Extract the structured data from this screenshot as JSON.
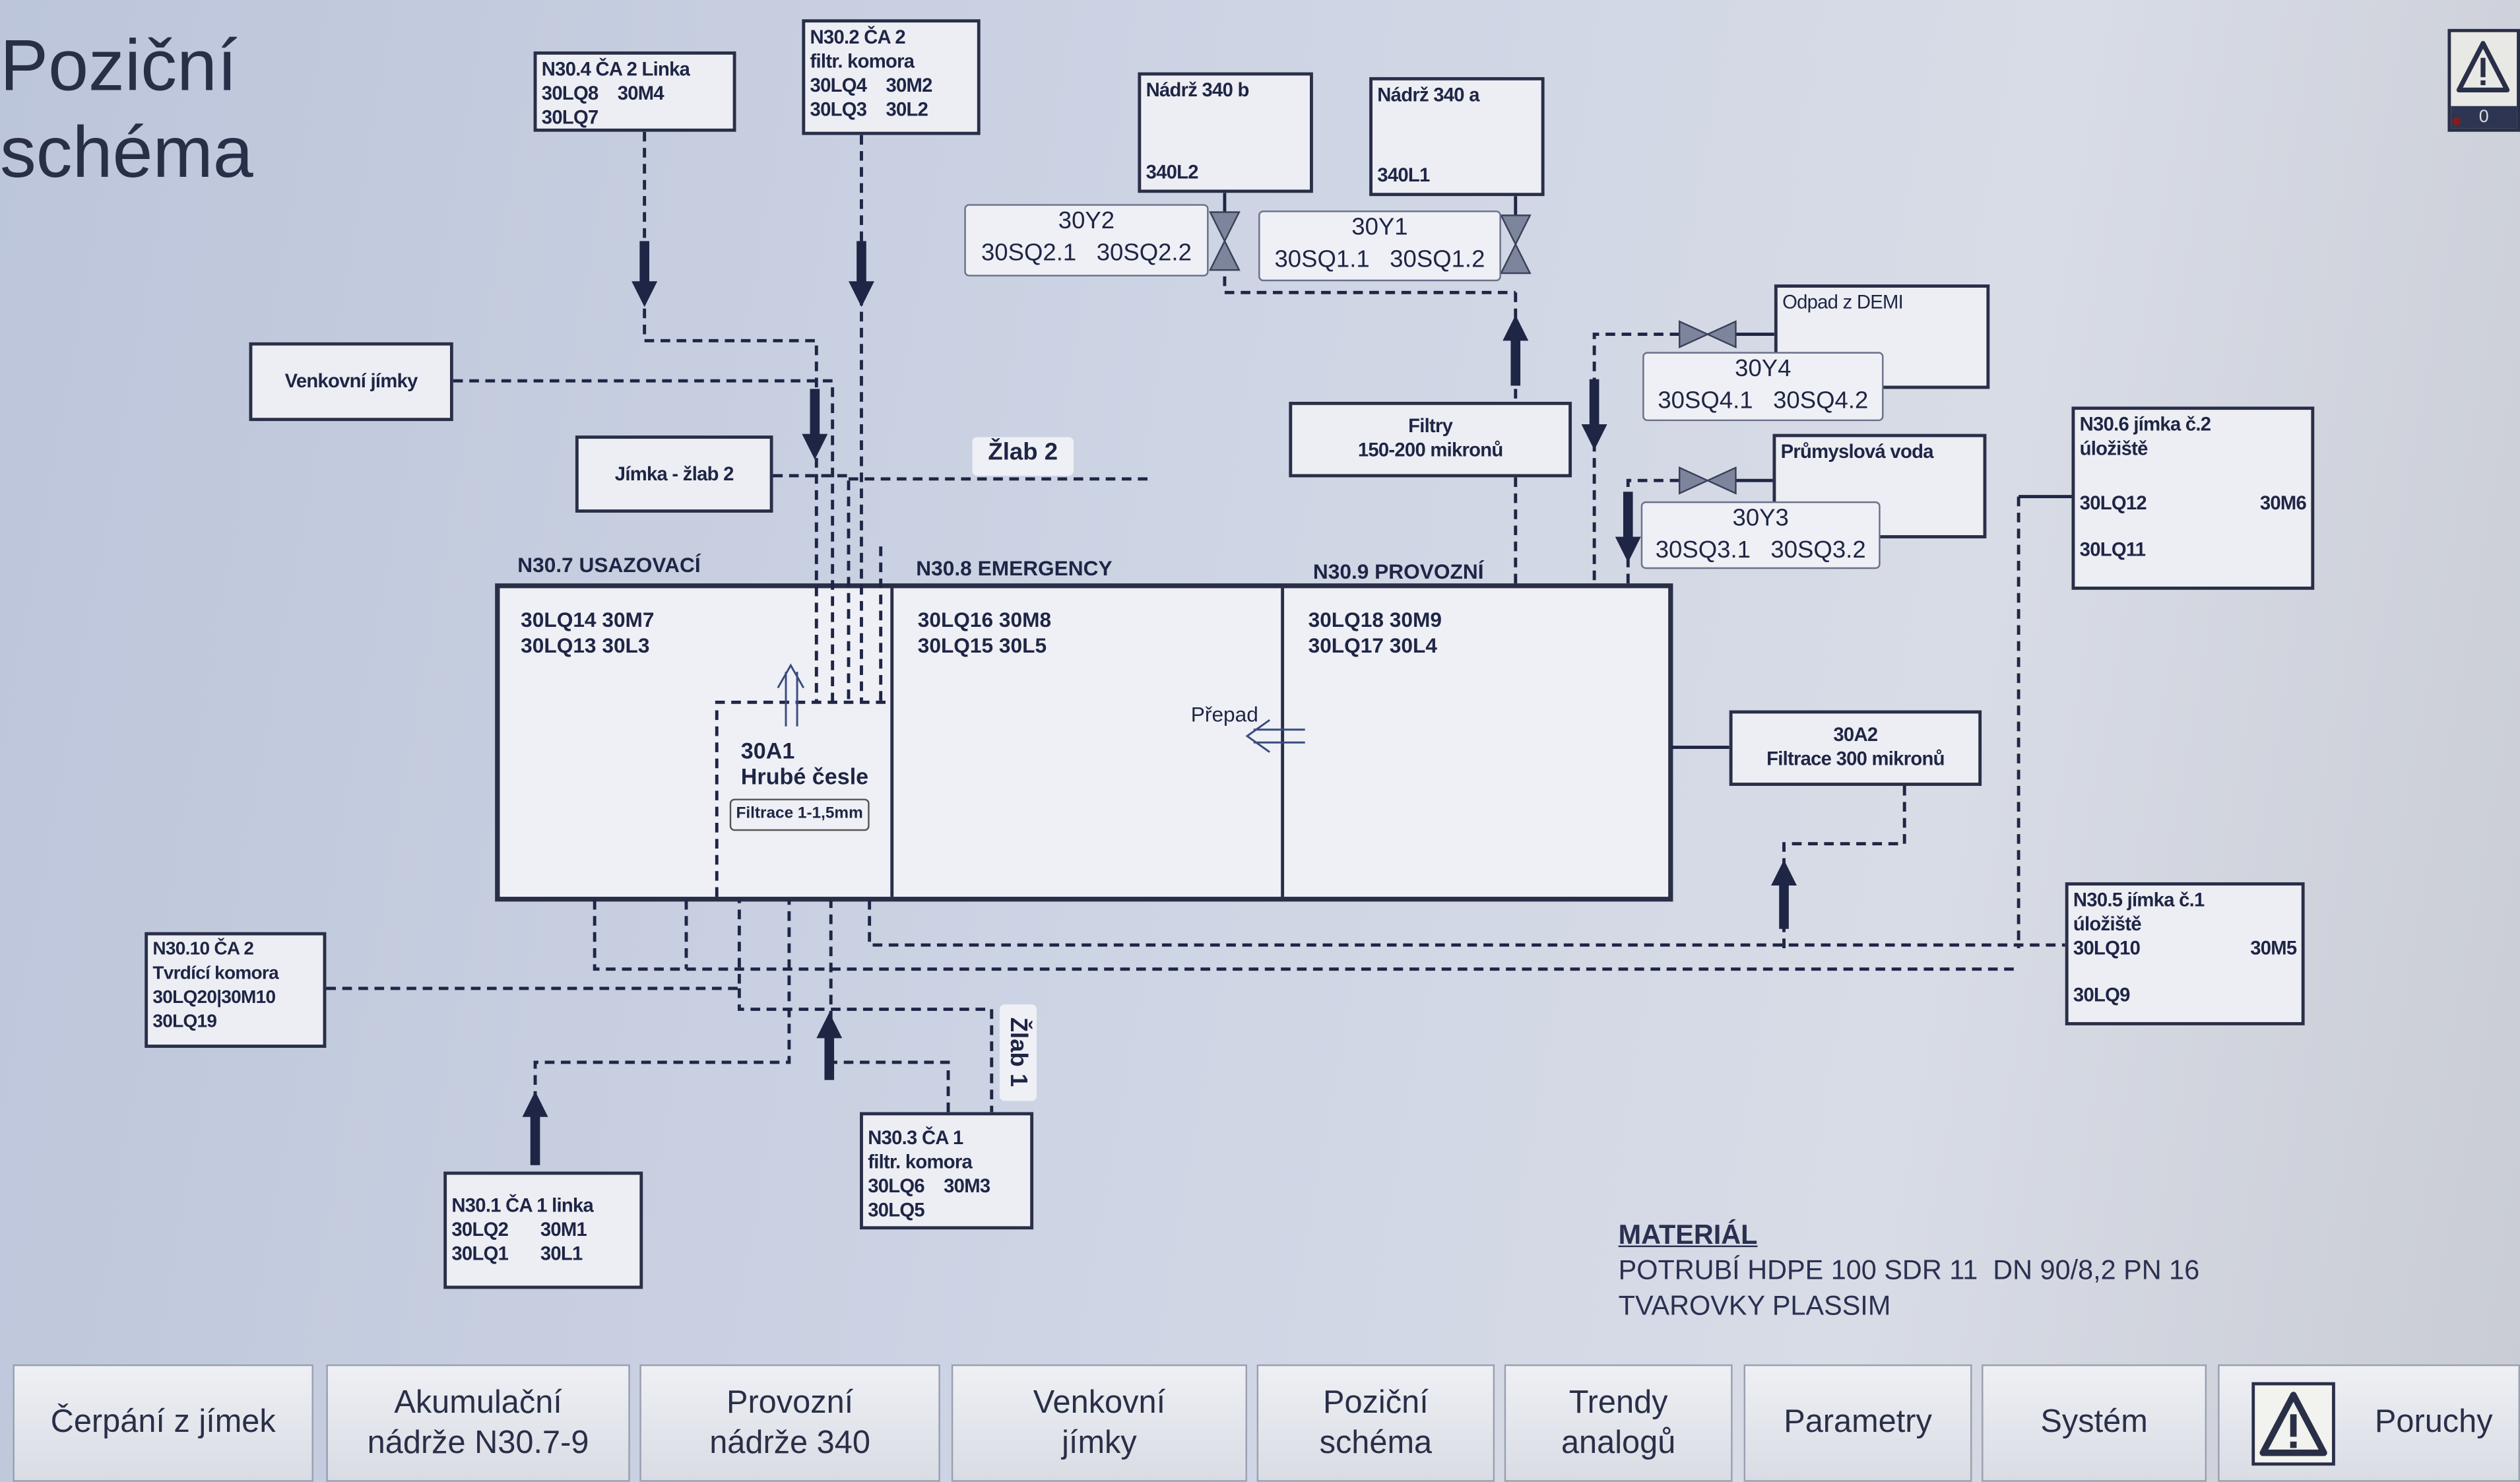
{
  "title": [
    "Poziční",
    "schéma"
  ],
  "alarm": {
    "count": "0"
  },
  "boxes": {
    "n30_4": [
      "N30.4 ČA 2 Linka",
      "30LQ8",
      "30M4",
      "30LQ7"
    ],
    "n30_2": [
      "N30.2 ČA 2",
      "filtr. komora",
      "30LQ4",
      "30M2",
      "30LQ3",
      "30L2"
    ],
    "nadrz_b": [
      "Nádrž 340 b",
      "340L2"
    ],
    "nadrz_a": [
      "Nádrž 340 a",
      "340L1"
    ],
    "y2": [
      "30Y2",
      "30SQ2.1",
      "30SQ2.2"
    ],
    "y1": [
      "30Y1",
      "30SQ1.1",
      "30SQ1.2"
    ],
    "venkovni": "Venkovní jímky",
    "jimka_zlab2": "Jímka - žlab 2",
    "zlab2": "Žlab 2",
    "filtry": [
      "Filtry",
      "150-200 mikronů"
    ],
    "demi": "Odpad z DEMI",
    "y4": [
      "30Y4",
      "30SQ4.1",
      "30SQ4.2"
    ],
    "prum": "Průmyslová voda",
    "y3": [
      "30Y3",
      "30SQ3.1",
      "30SQ3.2"
    ],
    "n30_6": [
      "N30.6 jímka č.2",
      "úložiště",
      "30LQ12",
      "30M6",
      "30LQ11"
    ],
    "a2": [
      "30A2",
      "Filtrace 300 mikronů"
    ],
    "n30_5": [
      "N30.5 jímka č.1",
      "úložiště",
      "30LQ10",
      "30M5",
      "30LQ9"
    ],
    "n30_10": [
      "N30.10 ČA 2",
      "Tvrdící komora",
      "30LQ20|30M10",
      "30LQ19"
    ],
    "zlab1": "Žlab 1",
    "n30_3": [
      "N30.3 ČA 1",
      "filtr. komora",
      "30LQ6",
      "30M3",
      "30LQ5"
    ],
    "n30_1": [
      "N30.1 ČA 1 linka",
      "30LQ2",
      "30M1",
      "30LQ1",
      "30L1"
    ]
  },
  "tank": {
    "t7": {
      "name": "N30.7 USAZOVACÍ",
      "l1": "30LQ14 30M7",
      "l2": "30LQ13 30L3"
    },
    "t8": {
      "name": "N30.8 EMERGENCY",
      "l1": "30LQ16 30M8",
      "l2": "30LQ15 30L5"
    },
    "t9": {
      "name": "N30.9 PROVOZNÍ",
      "l1": "30LQ18 30M9",
      "l2": "30LQ17 30L4"
    },
    "a1": [
      "30A1",
      "Hrubé česle",
      "Filtrace 1-1,5mm"
    ],
    "prepad": "Přepad"
  },
  "material": {
    "heading": "MATERIÁL",
    "line1": "POTRUBÍ HDPE 100 SDR 11  DN 90/8,2 PN 16",
    "line2": "TVAROVKY PLASSIM"
  },
  "nav": [
    "Čerpání z jímek",
    "Akumulační nádrže N30.7-9",
    "Provozní nádrže 340",
    "Venkovní jímky",
    "Poziční schéma",
    "Trendy analogů",
    "Parametry",
    "Systém",
    "Poruchy"
  ]
}
